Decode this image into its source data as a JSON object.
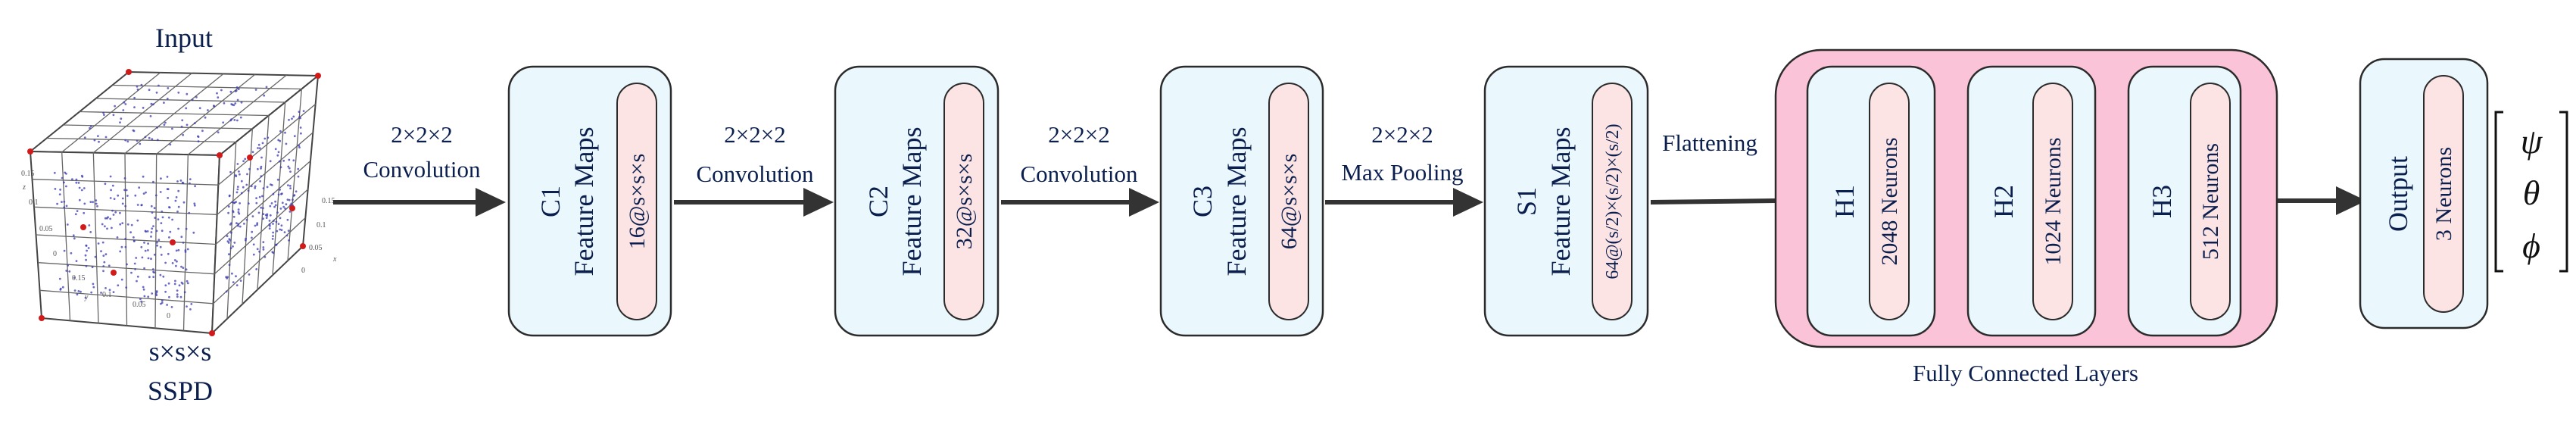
{
  "colors": {
    "box_fill": "#eaf7fc",
    "box_stroke": "#2b2b2b",
    "pill_fill": "#fde4e4",
    "fc_group_fill": "#fbc3d8",
    "text": "#0b1f4f",
    "arrow": "#333333",
    "corner_marker": "#d11a1a"
  },
  "input": {
    "title": "Input",
    "size_label": "s×s×s",
    "name_label": "SSPD",
    "tick_labels": [
      "0.15",
      "0.1",
      "0.05",
      "0",
      "0.15",
      "0.1",
      "0.05",
      "0",
      "0.15",
      "0.1",
      "0.05",
      "0"
    ],
    "axis_letters": [
      "z",
      "y",
      "x"
    ]
  },
  "operations": [
    {
      "line1": "2×2×2",
      "line2": "Convolution"
    },
    {
      "line1": "2×2×2",
      "line2": "Convolution"
    },
    {
      "line1": "2×2×2",
      "line2": "Convolution"
    },
    {
      "line1": "2×2×2",
      "line2": "Max Pooling"
    },
    {
      "line1": "Flattening",
      "line2": ""
    }
  ],
  "feature_blocks": [
    {
      "name": "C1",
      "subtitle": "Feature Maps",
      "size": "16@s×s×s"
    },
    {
      "name": "C2",
      "subtitle": "Feature Maps",
      "size": "32@s×s×s"
    },
    {
      "name": "C3",
      "subtitle": "Feature Maps",
      "size": "64@s×s×s"
    },
    {
      "name": "S1",
      "subtitle": "Feature Maps",
      "size": "64@(s/2)×(s/2)×(s/2)"
    }
  ],
  "fc_group": {
    "label": "Fully Connected Layers",
    "layers": [
      {
        "name": "H1",
        "size": "2048 Neurons"
      },
      {
        "name": "H2",
        "size": "1024 Neurons"
      },
      {
        "name": "H3",
        "size": "512 Neurons"
      }
    ]
  },
  "output": {
    "name": "Output",
    "size": "3 Neurons"
  },
  "output_vector": [
    "ψ",
    "θ",
    "ϕ"
  ]
}
